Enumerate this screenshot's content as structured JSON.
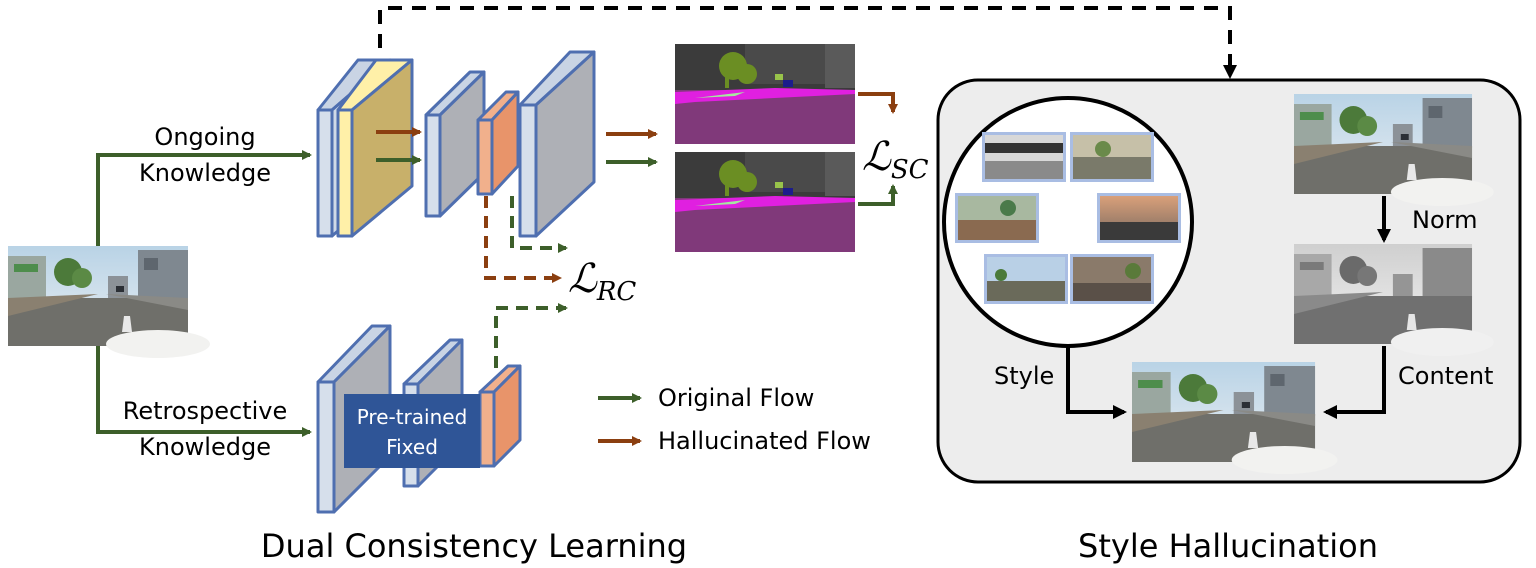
{
  "labels": {
    "ongoing_line1": "Ongoing",
    "ongoing_line2": "Knowledge",
    "retro_line1": "Retrospective",
    "retro_line2": "Knowledge",
    "pretrained_line1": "Pre-trained",
    "pretrained_line2": "Fixed",
    "loss_sc_symbol": "ℒ",
    "loss_sc_sub": "SC",
    "loss_rc_symbol": "ℒ",
    "loss_rc_sub": "RC",
    "norm": "Norm",
    "style": "Style",
    "content": "Content",
    "title_left": "Dual Consistency Learning",
    "title_right": "Style Hallucination"
  },
  "legend": [
    {
      "label": "Original Flow",
      "color": "#3d5f2a"
    },
    {
      "label": "Hallucinated Flow",
      "color": "#8b3f10"
    }
  ],
  "colors": {
    "original_flow": "#3d5f2a",
    "hallucinated_flow": "#8b3f10",
    "layer_front": "#c9d4e4",
    "layer_back": "#aeb0b6",
    "layer_gold": "#c8b06a",
    "layer_yellow": "#fff0a8",
    "layer_orange": "#e8946a",
    "pretrained_box": "#2f5597",
    "panel_bg": "#ededed"
  }
}
